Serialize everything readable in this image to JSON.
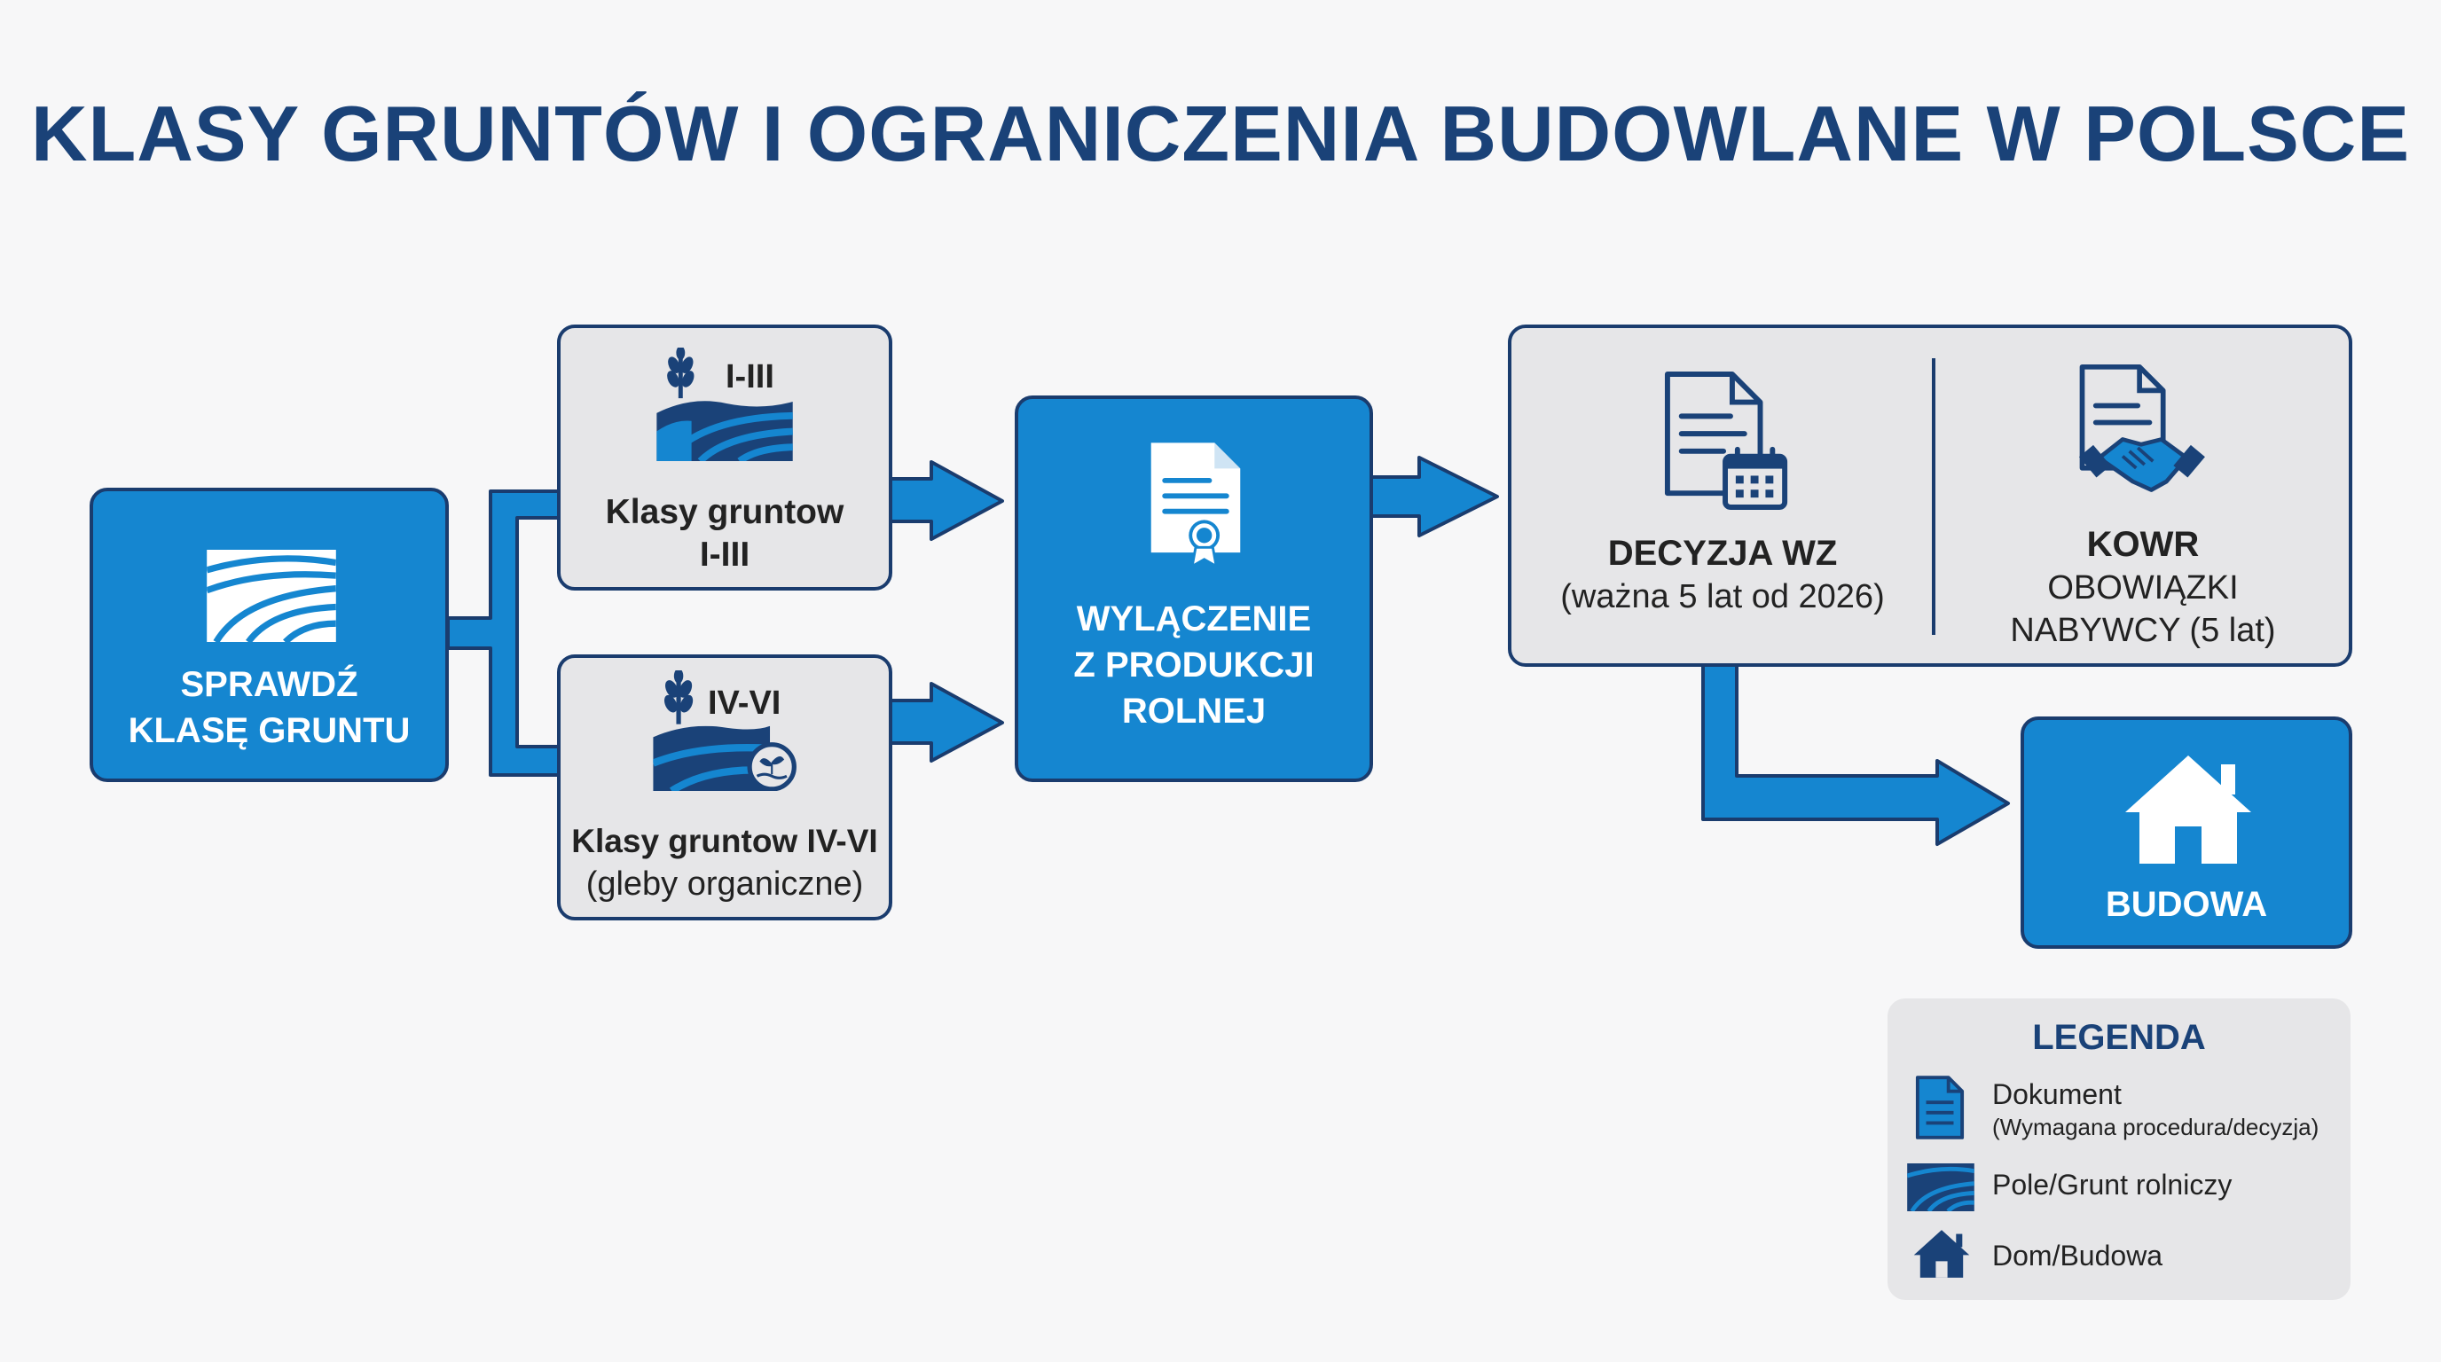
{
  "title": "KLASY GRUNTÓW I OGRANICZENIA BUDOWLANE W POLSCE",
  "start": {
    "line1": "SPRAWDŹ",
    "line2": "KLASĘ GRUNTU",
    "icon": "field-icon"
  },
  "class_high": {
    "badge": "I-III",
    "label_line1": "Klasy gruntow",
    "label_line2": "I-III",
    "icon": "wheat-field-icon"
  },
  "class_low": {
    "badge": "IV-VI",
    "label_line1": "Klasy gruntow IV-VI",
    "label_line2": "(gleby organiczne)",
    "icon": "wheat-organic-soil-icon"
  },
  "exclusion": {
    "line1": "WYLĄCZENIE",
    "line2": "Z PRODUKCJI",
    "line3": "ROLNEJ",
    "icon": "certificate-document-icon"
  },
  "decision": {
    "title": "DECYZJA WZ",
    "subtitle": "(ważna 5 lat od 2026)",
    "icon": "document-calendar-icon"
  },
  "kowr": {
    "title": "KOWR",
    "line1": "OBOWIĄZKI",
    "line2": "NABYWCY (5 lat)",
    "icon": "document-handshake-icon"
  },
  "build": {
    "label": "BUDOWA",
    "icon": "house-icon"
  },
  "legend": {
    "title": "LEGENDA",
    "items": [
      {
        "icon": "document-icon",
        "label": "Dokument",
        "sublabel": "(Wymagana procedura/decyzja)"
      },
      {
        "icon": "field-icon",
        "label": "Pole/Grunt rolniczy"
      },
      {
        "icon": "house-icon",
        "label": "Dom/Budowa"
      }
    ]
  },
  "colors": {
    "primary": "#1586d0",
    "dark": "#1a3c6e",
    "title": "#1a4278",
    "grey": "#e6e6e8"
  }
}
